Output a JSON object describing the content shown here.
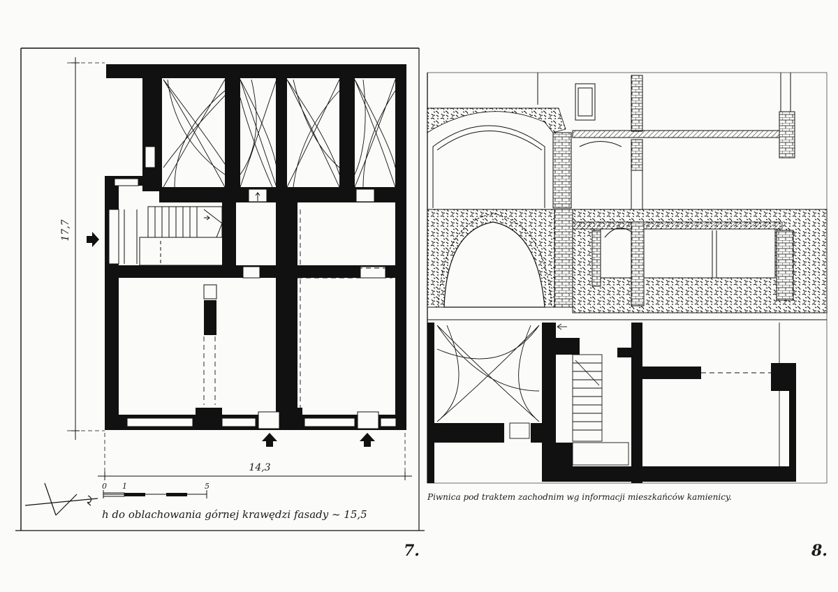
{
  "left_plan": {
    "dimension_vertical": "17,7",
    "dimension_horizontal": "14,3",
    "scale_bar": {
      "tick_0": "0",
      "tick_1": "1",
      "tick_5": "5"
    },
    "caption": "h do oblachowania górnej krawędzi fasady ~ 15,5",
    "page_number": "7."
  },
  "right_drawing": {
    "caption": "Piwnica pod traktem zachodnim wg informacji mieszkańców kamienicy.",
    "page_number": "8."
  },
  "colors": {
    "ink": "#111111",
    "paper": "#fbfbf9"
  },
  "icons": [
    "north-arrow-icon",
    "entrance-arrow-icon"
  ]
}
